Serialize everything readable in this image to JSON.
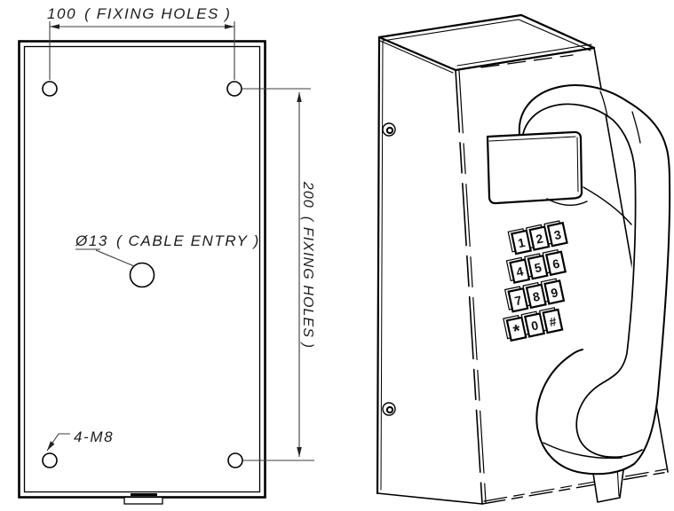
{
  "drawing": {
    "front_view": {
      "width_dim": {
        "value": "100",
        "note": "( FIXING HOLES )"
      },
      "height_dim": {
        "value": "200",
        "note": "( FIXING HOLES )"
      },
      "cable_entry": {
        "value": "Ø13",
        "note": "( CABLE ENTRY )"
      },
      "thread_label": "4-M8"
    },
    "keypad": {
      "keys": [
        "1",
        "2",
        "3",
        "4",
        "5",
        "6",
        "7",
        "8",
        "9",
        "*",
        "0",
        "#"
      ]
    },
    "colors": {
      "line": "#000000",
      "dim": "#3c3c3c",
      "background": "#ffffff"
    }
  }
}
